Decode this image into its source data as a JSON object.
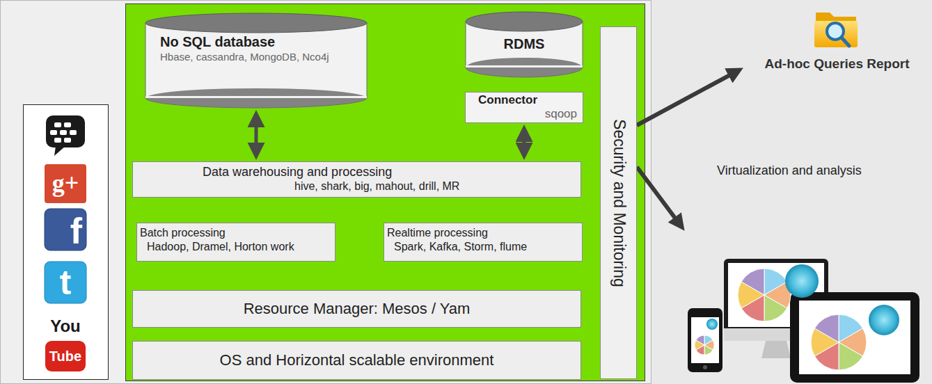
{
  "diagram": {
    "nodes": [
      {
        "text": [
          "No SQL database",
          "Hbase, cassandra, MongoDB, Nco4j"
        ]
      },
      {
        "text": [
          "RDMS"
        ]
      },
      {
        "text": [
          "Connector",
          "sqoop"
        ]
      },
      {
        "text": [
          "Data warehousing and processing",
          "hive, shark, big, mahout, drill, MR"
        ]
      },
      {
        "text": [
          "Batch processing",
          "Hadoop, Dramel, Horton work"
        ]
      },
      {
        "text": [
          "Realtime processing",
          "Spark, Kafka, Storm, flume"
        ]
      },
      {
        "text": [
          "Resource Manager:  Mesos / Yam"
        ]
      },
      {
        "text": [
          "OS and Horizontal scalable environment"
        ]
      },
      {
        "text": [
          "Security and Monitoring"
        ]
      },
      {
        "text": [
          "Ad-hoc Queries Report"
        ]
      },
      {
        "text": [
          "Virtualization and analysis"
        ]
      }
    ],
    "edges": [
      {
        "from": 0,
        "to": 3,
        "arrow": "both"
      },
      {
        "from": 2,
        "to": 3,
        "arrow": "both"
      },
      {
        "from": 8,
        "to": 9,
        "arrow": "to"
      },
      {
        "from": 8,
        "to": 10,
        "arrow": "to"
      }
    ],
    "labels": [
      "g+",
      "f",
      "t",
      "You",
      "Tube"
    ]
  }
}
